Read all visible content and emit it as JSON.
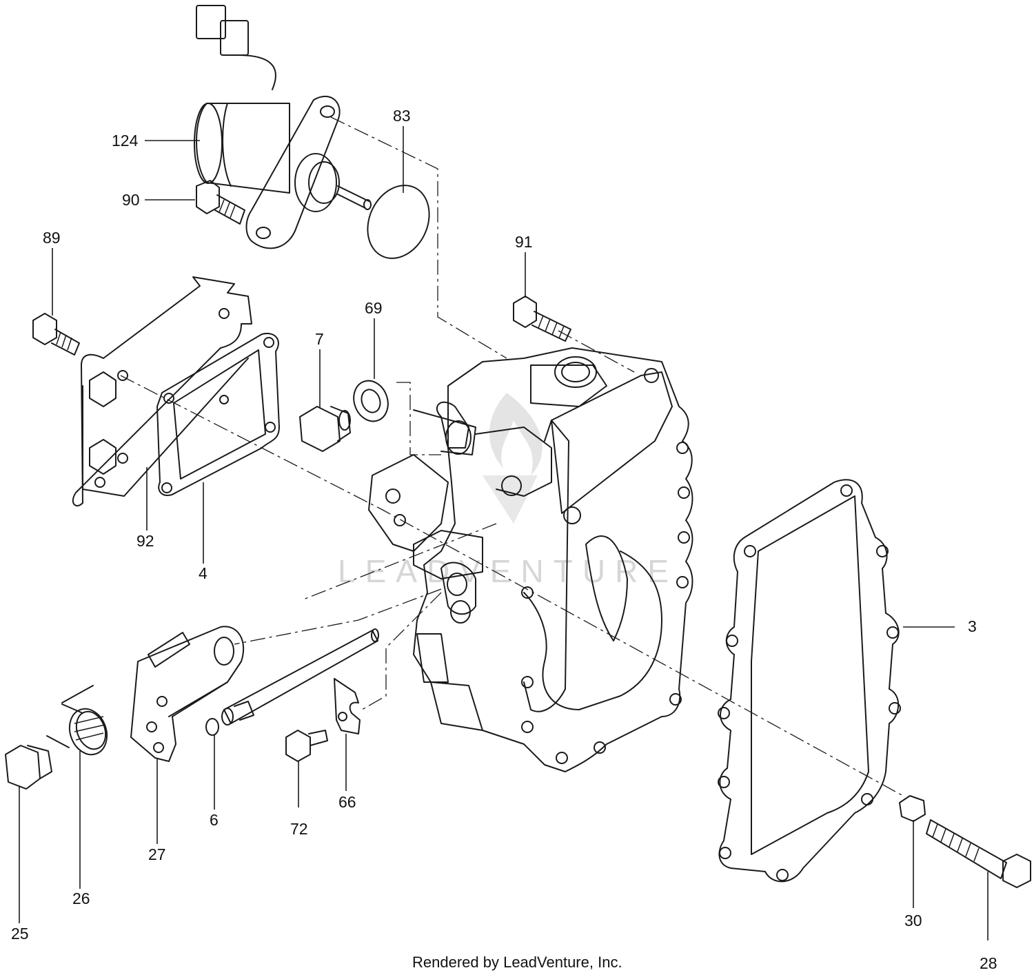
{
  "callouts": {
    "c124": "124",
    "c90": "90",
    "c83": "83",
    "c89": "89",
    "c91": "91",
    "c69": "69",
    "c7": "7",
    "c92": "92",
    "c4": "4",
    "c3": "3",
    "c25": "25",
    "c26": "26",
    "c27": "27",
    "c6": "6",
    "c72": "72",
    "c66": "66",
    "c30": "30",
    "c28": "28"
  },
  "watermark": "LEADVENTURE",
  "footer": {
    "credit": "Rendered by LeadVenture, Inc."
  }
}
